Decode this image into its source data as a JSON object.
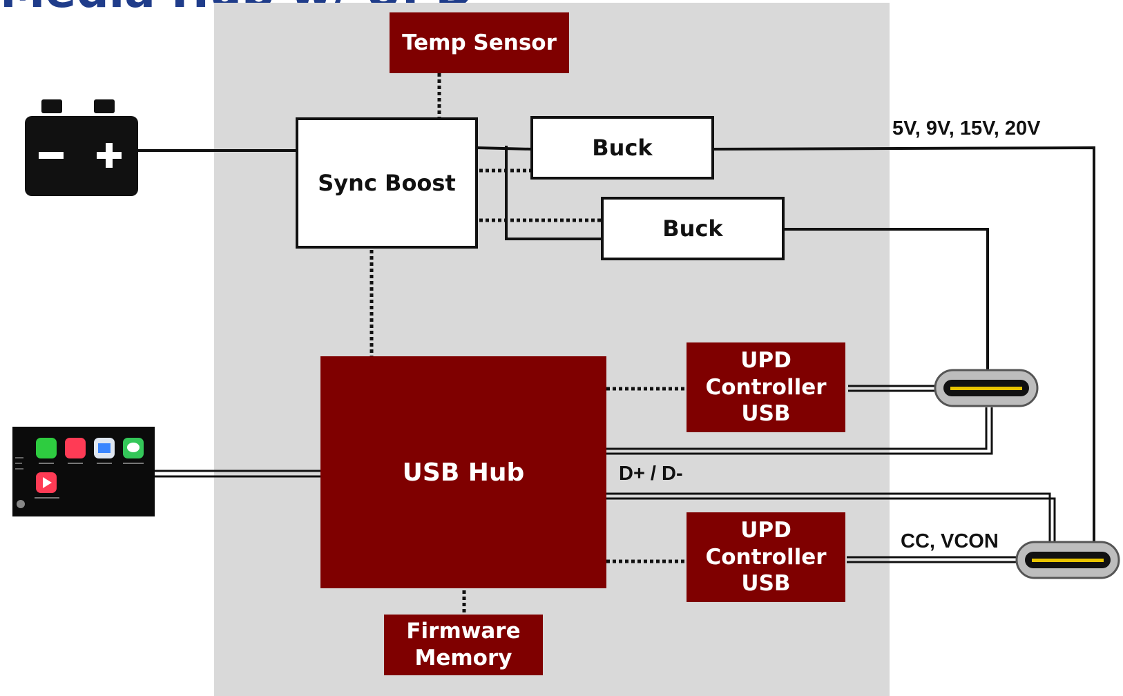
{
  "slide": {
    "title_fragment": "Media Hub w/ UPD"
  },
  "blocks": {
    "temp_sensor": "Temp Sensor",
    "sync_boost": "Sync Boost",
    "buck_1": "Buck",
    "buck_2": "Buck",
    "usb_hub": "USB Hub",
    "upd_controller_1": "UPD\nController\nUSB",
    "upd_controller_2": "UPD\nController\nUSB",
    "firmware_memory": "Firmware\nMemory"
  },
  "labels": {
    "voltages": "5V, 9V, 15V, 20V",
    "data_lines": "D+ / D-",
    "cc_vcon": "CC, VCON"
  },
  "icons": {
    "battery": "battery-icon",
    "infotainment_screen": "carplay-screen-icon",
    "usb_c_port": "usb-c-port-icon",
    "carplay_apps": [
      "Phone",
      "Music",
      "Maps",
      "Messages",
      "Now Playing"
    ]
  },
  "colors": {
    "block_red": "#7f0000",
    "panel_gray": "#d9d9d9",
    "title_blue": "#1f3c8a",
    "line_black": "#111111"
  }
}
